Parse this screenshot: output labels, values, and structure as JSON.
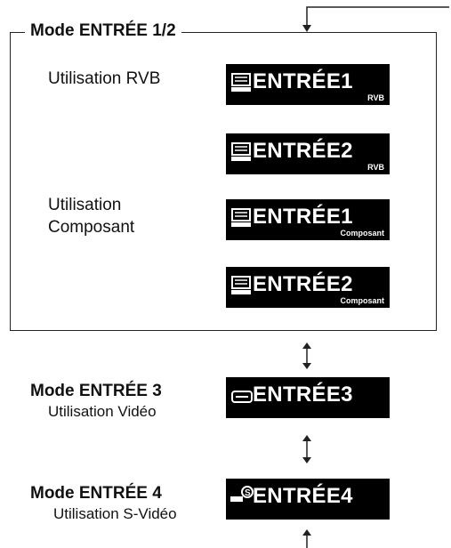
{
  "mode_1_2": {
    "title": "Mode ENTRÉE 1/2",
    "rgb_label": "Utilisation RVB",
    "component_label_line1": "Utilisation",
    "component_label_line2": "Composant",
    "screens": [
      {
        "main": "ENTRÉE1",
        "sub": "RVB",
        "icon": "computer-icon"
      },
      {
        "main": "ENTRÉE2",
        "sub": "RVB",
        "icon": "computer-icon"
      },
      {
        "main": "ENTRÉE1",
        "sub": "Composant",
        "icon": "computer-icon"
      },
      {
        "main": "ENTRÉE2",
        "sub": "Composant",
        "icon": "computer-icon"
      }
    ]
  },
  "mode_3": {
    "title": "Mode ENTRÉE 3",
    "subtitle": "Utilisation Vidéo",
    "screen": {
      "main": "ENTRÉE3",
      "icon": "video-icon"
    }
  },
  "mode_4": {
    "title": "Mode ENTRÉE 4",
    "subtitle": "Utilisation S-Vidéo",
    "screen": {
      "main": "ENTRÉE4",
      "icon": "s-video-icon"
    }
  }
}
